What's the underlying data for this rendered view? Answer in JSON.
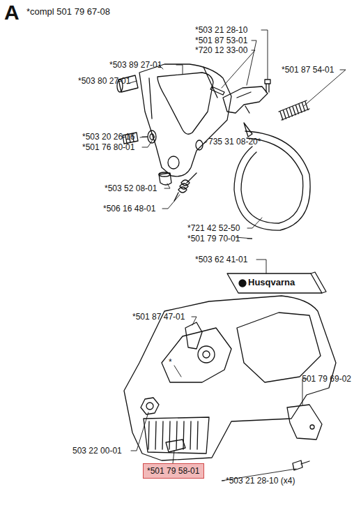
{
  "diagram": {
    "title": "A",
    "nodes": [
      {
        "text": [
          "*501 79 58-01"
        ]
      }
    ],
    "edges": [],
    "labels": [
      "*compl 501 79 67-08",
      "*503 21 28-10",
      "*501 87 53-01",
      "*720 12 33-00",
      "*503 89 27-01",
      "*501 87 54-01",
      "*503 80 27-01",
      "*503 20 26-16",
      "*501 76 80-01",
      "735 31 08-20*",
      "*503 52 08-01",
      "*506 16 48-01",
      "*721 42 52-50",
      "*501 79 70-01",
      "*503 62 41-01",
      "Husqvarna",
      "*501 87 47-01",
      "*",
      "501 79 69-02",
      "503 22 00-01",
      "*503 21 28-10 (x4)"
    ]
  }
}
